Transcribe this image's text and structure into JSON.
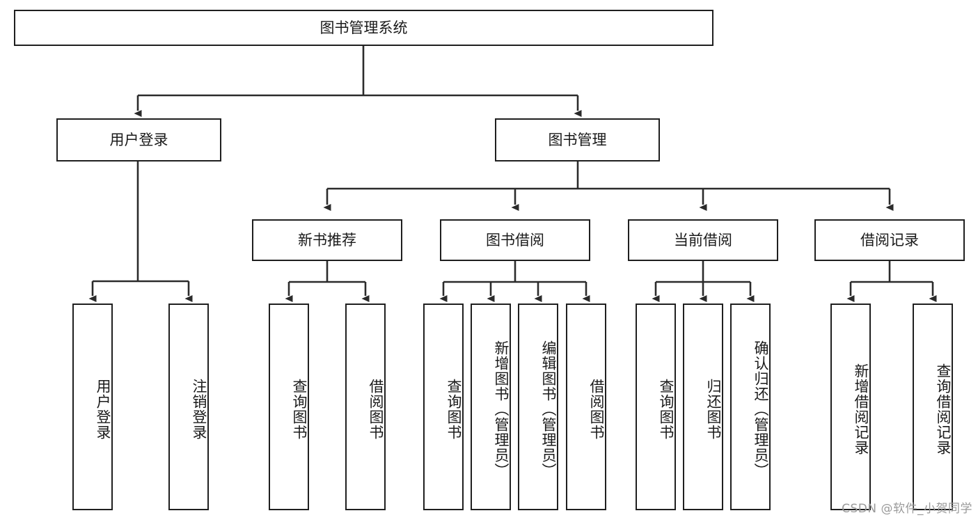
{
  "diagram": {
    "title": "图书管理系统",
    "type": "tree",
    "watermark": "CSDN @软件_小贺同学",
    "colors": {
      "box_border": "#1f1f1f",
      "box_fill": "#ffffff",
      "connector": "#2b2b2b",
      "text": "#1a1a1a",
      "watermark": "#9a9a9a"
    },
    "levels": {
      "root": {
        "label": "图书管理系统"
      },
      "level2": [
        {
          "id": "user-login",
          "label": "用户登录"
        },
        {
          "id": "book-manage",
          "label": "图书管理"
        }
      ],
      "level3": [
        {
          "id": "new-book-recommend",
          "label": "新书推荐",
          "parent": "book-manage"
        },
        {
          "id": "book-borrow",
          "label": "图书借阅",
          "parent": "book-manage"
        },
        {
          "id": "current-borrow",
          "label": "当前借阅",
          "parent": "book-manage"
        },
        {
          "id": "borrow-record",
          "label": "借阅记录",
          "parent": "book-manage"
        }
      ],
      "leaves": [
        {
          "id": "leaf-user-login",
          "label": "用户登录",
          "parent": "user-login"
        },
        {
          "id": "leaf-logout-login",
          "label": "注销登录",
          "parent": "user-login"
        },
        {
          "id": "leaf-query-book-1",
          "label": "查询图书",
          "parent": "new-book-recommend"
        },
        {
          "id": "leaf-borrow-book-1",
          "label": "借阅图书",
          "parent": "new-book-recommend"
        },
        {
          "id": "leaf-query-book-2",
          "label": "查询图书",
          "parent": "book-borrow"
        },
        {
          "id": "leaf-add-book",
          "label": "新增图书（管理员）",
          "parent": "book-borrow"
        },
        {
          "id": "leaf-edit-book",
          "label": "编辑图书（管理员）",
          "parent": "book-borrow"
        },
        {
          "id": "leaf-borrow-book-2",
          "label": "借阅图书",
          "parent": "book-borrow"
        },
        {
          "id": "leaf-query-book-3",
          "label": "查询图书",
          "parent": "current-borrow"
        },
        {
          "id": "leaf-return-book",
          "label": "归还图书",
          "parent": "current-borrow"
        },
        {
          "id": "leaf-confirm-return",
          "label": "确认归还（管理员）",
          "parent": "current-borrow"
        },
        {
          "id": "leaf-add-record",
          "label": "新增借阅记录",
          "parent": "borrow-record"
        },
        {
          "id": "leaf-query-record",
          "label": "查询借阅记录",
          "parent": "borrow-record"
        }
      ]
    }
  }
}
